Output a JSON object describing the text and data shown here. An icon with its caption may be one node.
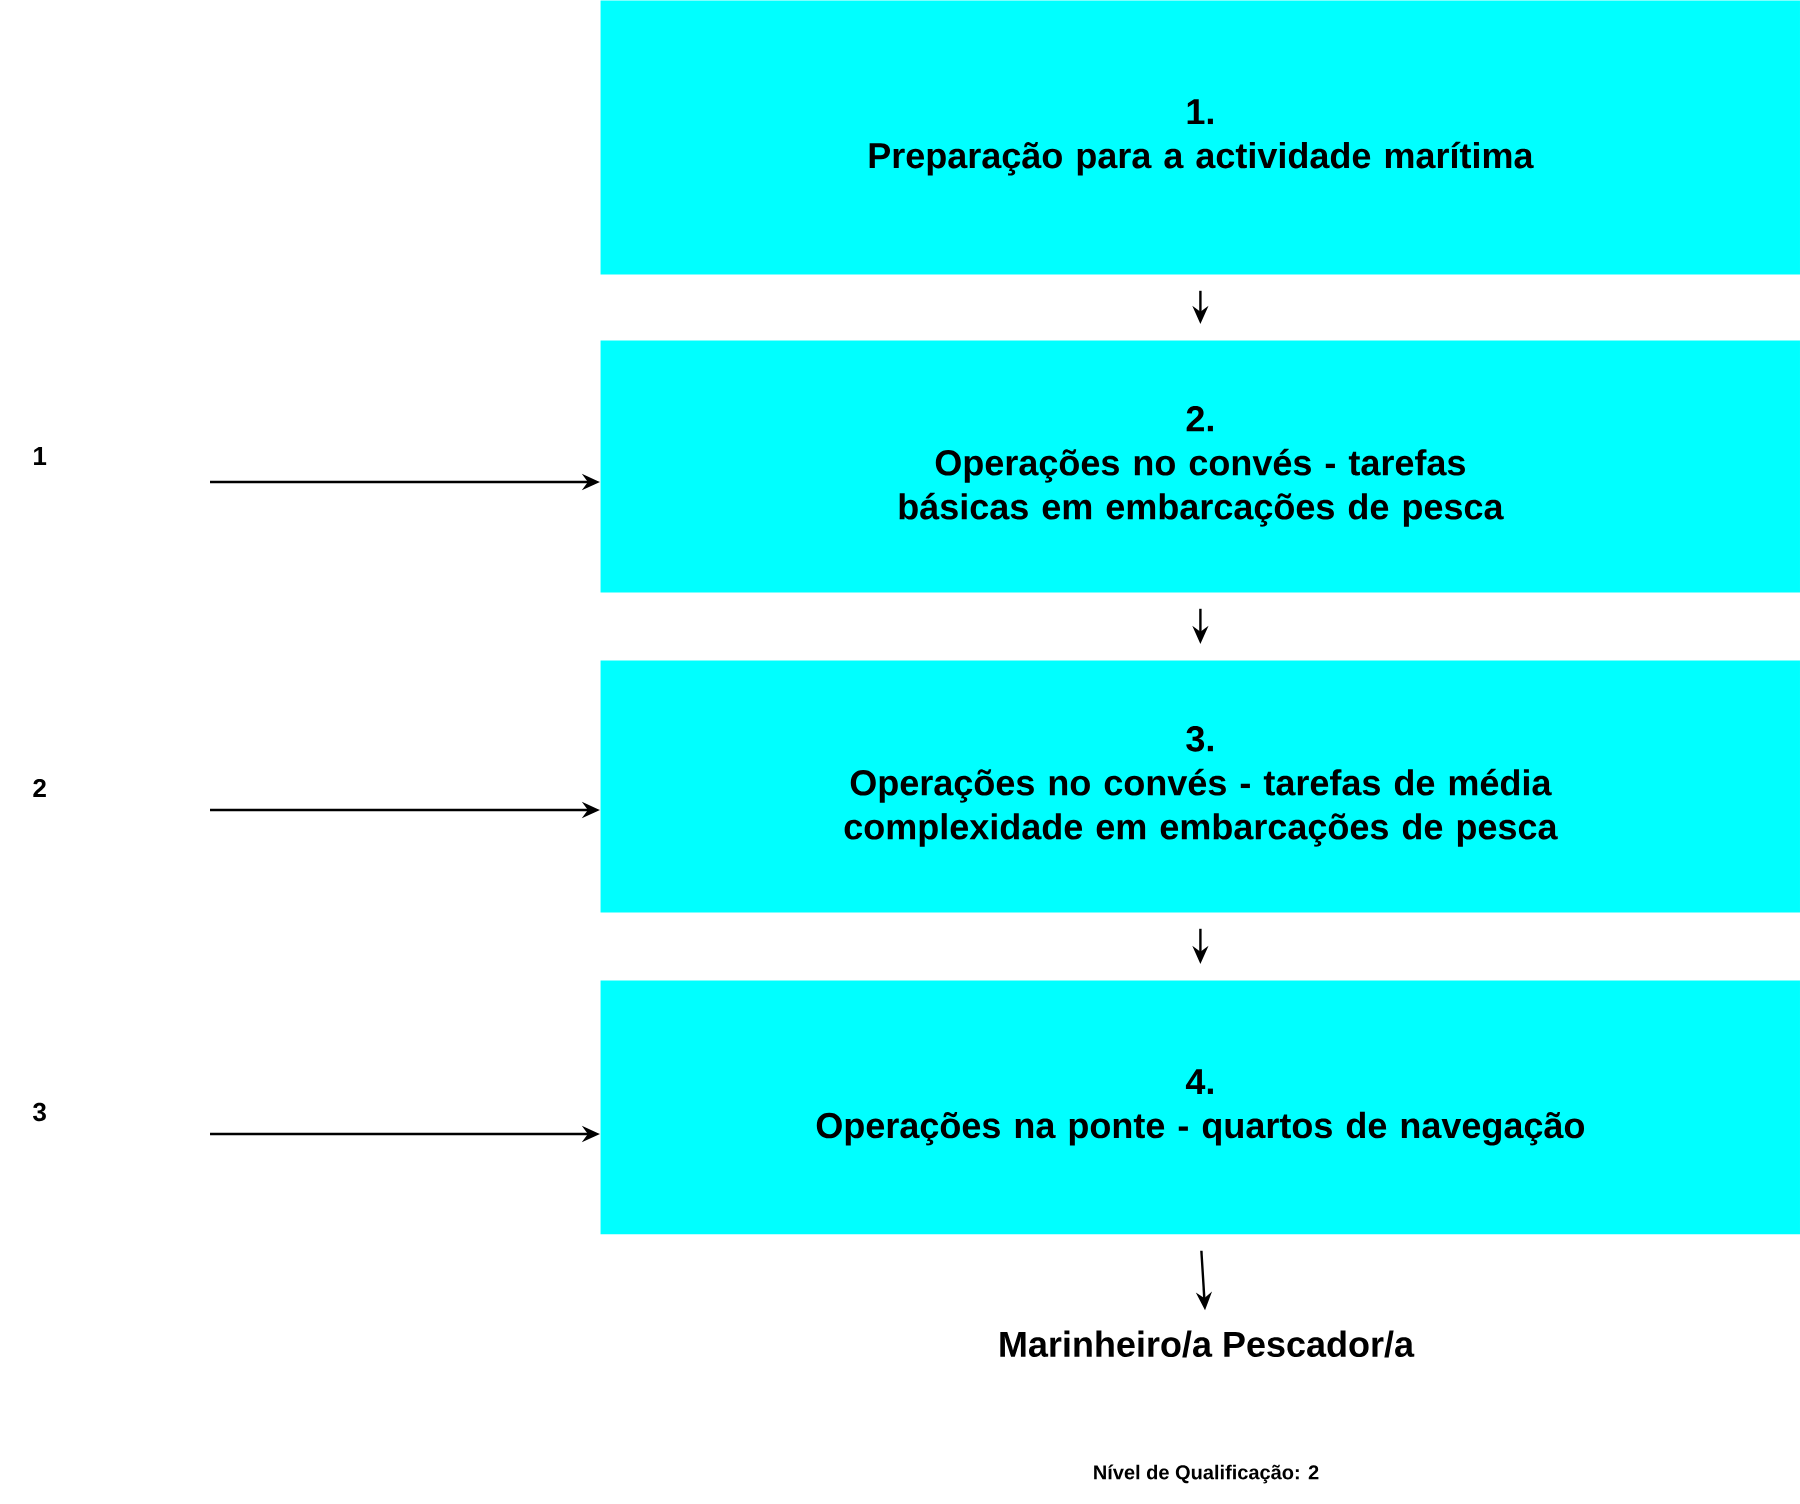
{
  "diagram": {
    "nodes": [
      {
        "text": [
          "1.",
          "Preparação para a actividade marítima"
        ]
      },
      {
        "text": [
          "2.",
          "Operações no convés - tarefas básicas em embarcações de pesca"
        ]
      },
      {
        "text": [
          "3.",
          "Operações no convés - tarefas de média complexidade em embarcações de pesca"
        ]
      },
      {
        "text": [
          "4.",
          "Operações na ponte - quartos de navegação"
        ]
      },
      {
        "text": [
          "Marinheiro/a Pescador/a"
        ]
      }
    ],
    "edges": [
      {
        "from": 0,
        "to": 1,
        "arrow": "to"
      },
      {
        "from": 1,
        "to": 2,
        "arrow": "to"
      },
      {
        "from": 2,
        "to": 3,
        "arrow": "to"
      },
      {
        "from": 3,
        "to": 4,
        "arrow": "to"
      },
      {
        "from": null,
        "to": 1,
        "arrow": "to"
      },
      {
        "from": null,
        "to": 2,
        "arrow": "to"
      },
      {
        "from": null,
        "to": 3,
        "arrow": "to"
      }
    ],
    "labels": [
      "1",
      "2",
      "3",
      "Nível de Qualificação: 2"
    ]
  }
}
